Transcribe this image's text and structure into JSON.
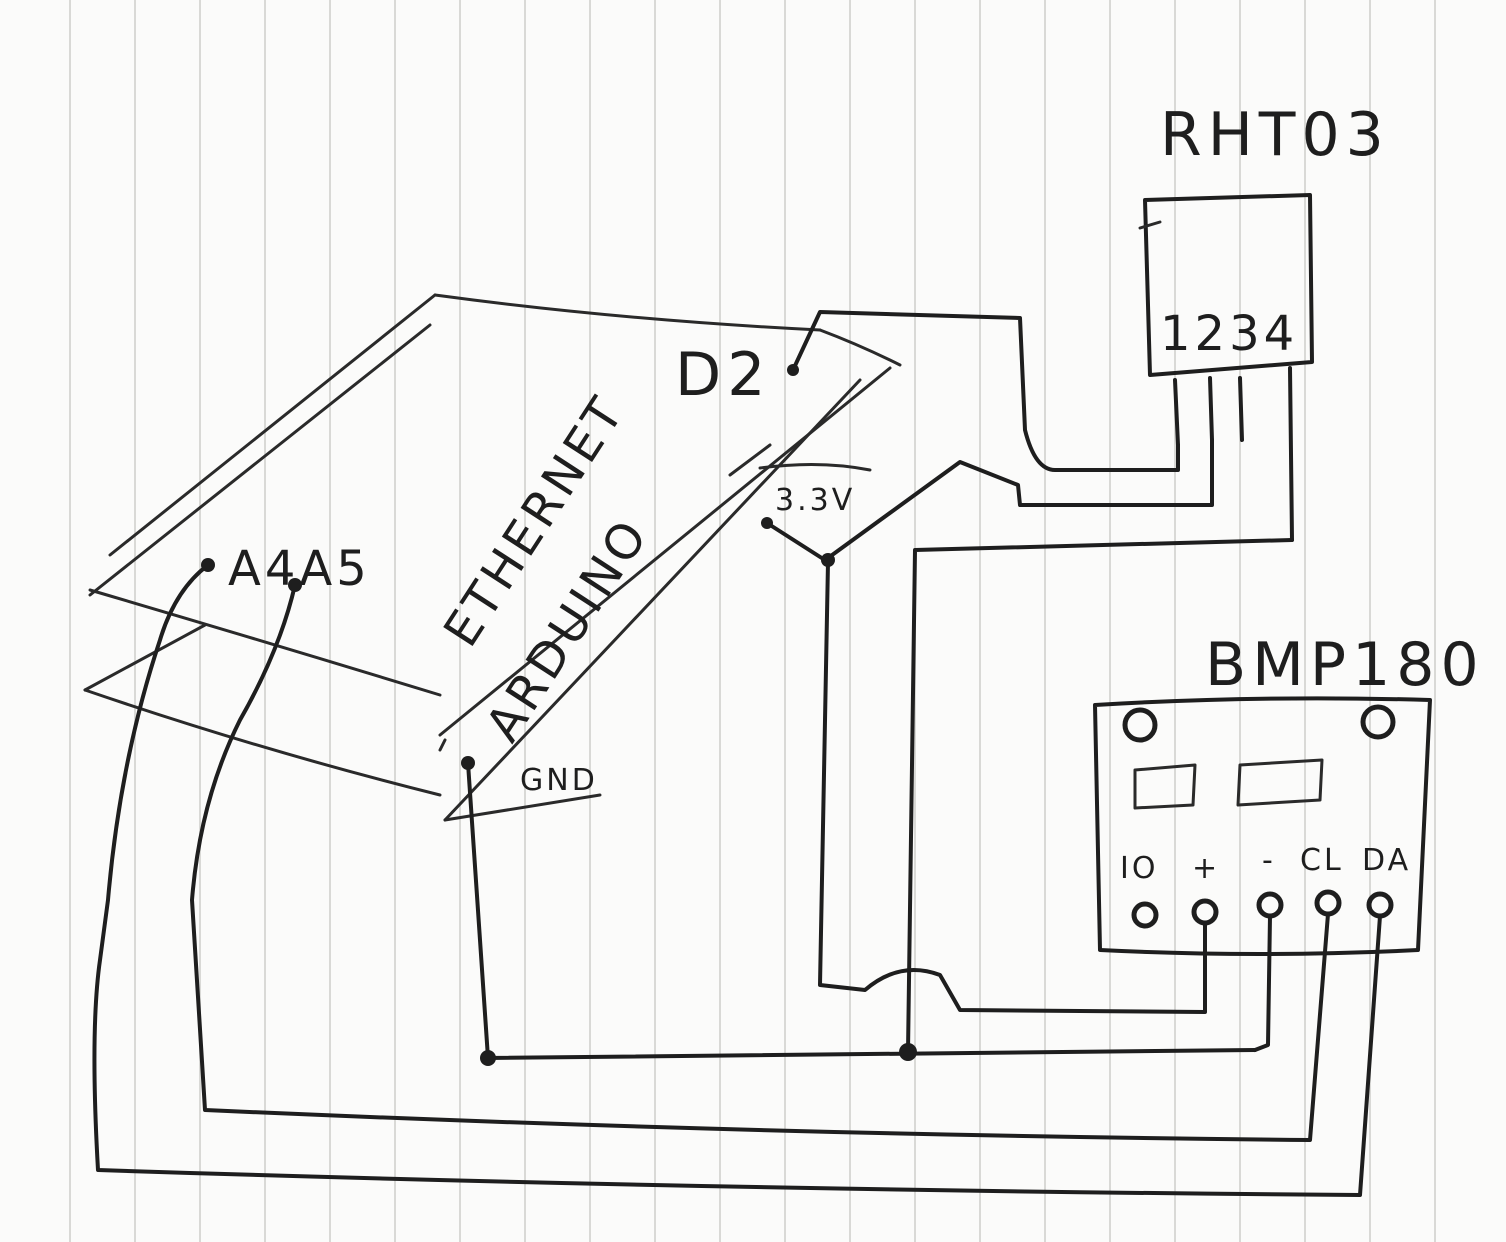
{
  "labels": {
    "rht03": "RHT03",
    "rht03_pins": "1234",
    "bmp180": "BMP180",
    "bmp180_io": "IO",
    "bmp180_plus": "+",
    "bmp180_minus": "-",
    "bmp180_cl": "CL",
    "bmp180_da": "DA",
    "d2": "D2",
    "a4a5": "A4A5",
    "ethernet": "ETHERNET",
    "arduino": "ARDUINO",
    "v33": "3.3V",
    "gnd": "GND"
  }
}
